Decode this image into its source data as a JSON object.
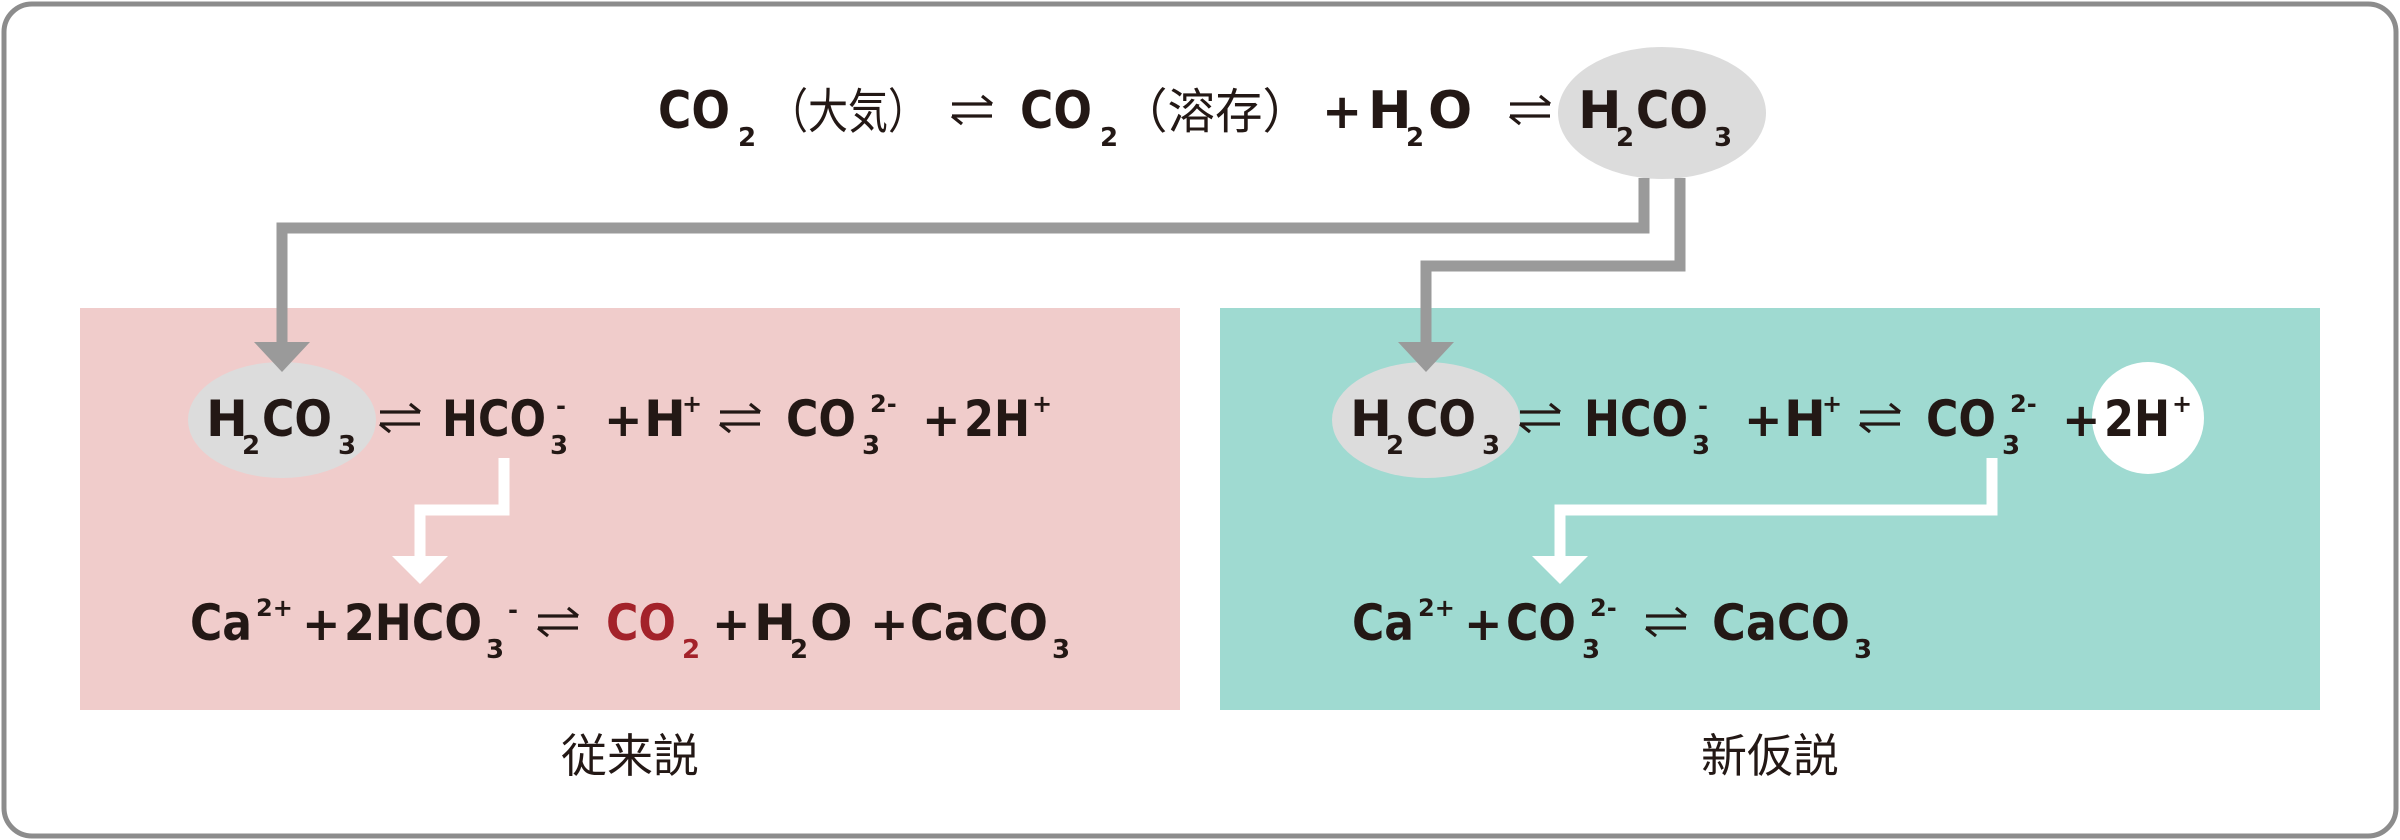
{
  "top_equation": {
    "co2_air": {
      "main": "CO",
      "sub": "2",
      "label": "（大気）"
    },
    "co2_dissolved": {
      "main": "CO",
      "sub": "2",
      "label": "（溶存）"
    },
    "plus": "+",
    "water": {
      "h": "H",
      "sub": "2",
      "o": "O"
    },
    "carbonic_acid": {
      "h": "H",
      "sub1": "2",
      "co": "CO",
      "sub2": "3"
    },
    "equilibrium": "⇄"
  },
  "left_panel": {
    "caption": "従来説",
    "row1": {
      "h2co3": {
        "h": "H",
        "sub1": "2",
        "co": "CO",
        "sub2": "3"
      },
      "hco3": {
        "main": "HCO",
        "sub": "3",
        "sup": "-"
      },
      "h_plus": {
        "main": "H",
        "sup": "+"
      },
      "co3": {
        "main": "CO",
        "sub": "3",
        "sup": "2-"
      },
      "two_h_plus": {
        "main": "2H",
        "sup": "+"
      }
    },
    "row2": {
      "ca": {
        "main": "Ca",
        "sup": "2+"
      },
      "two_hco3": {
        "main": "2HCO",
        "sub": "3",
        "sup": "-"
      },
      "co2": {
        "main": "CO",
        "sub": "2"
      },
      "water": {
        "h": "H",
        "sub": "2",
        "o": "O"
      },
      "caco3": {
        "main": "CaCO",
        "sub": "3"
      }
    }
  },
  "right_panel": {
    "caption": "新仮説",
    "row1": {
      "h2co3": {
        "h": "H",
        "sub1": "2",
        "co": "CO",
        "sub2": "3"
      },
      "hco3": {
        "main": "HCO",
        "sub": "3",
        "sup": "-"
      },
      "h_plus": {
        "main": "H",
        "sup": "+"
      },
      "co3": {
        "main": "CO",
        "sub": "3",
        "sup": "2-"
      },
      "two_h_plus": {
        "main": "2H",
        "sup": "+"
      }
    },
    "row2": {
      "ca": {
        "main": "Ca",
        "sup": "2+"
      },
      "co3": {
        "main": "CO",
        "sub": "3",
        "sup": "2-"
      },
      "caco3": {
        "main": "CaCO",
        "sub": "3"
      }
    }
  },
  "colors": {
    "frame_border": "#8c8c8c",
    "left_panel_bg": "#f0cccb",
    "right_panel_bg": "#9fdad1",
    "highlight_ellipse": "#dcdcdc",
    "arrow_gray": "#9a9a9a",
    "arrow_white": "#ffffff",
    "co2_highlight": "#a3222a",
    "text": "#231815"
  }
}
